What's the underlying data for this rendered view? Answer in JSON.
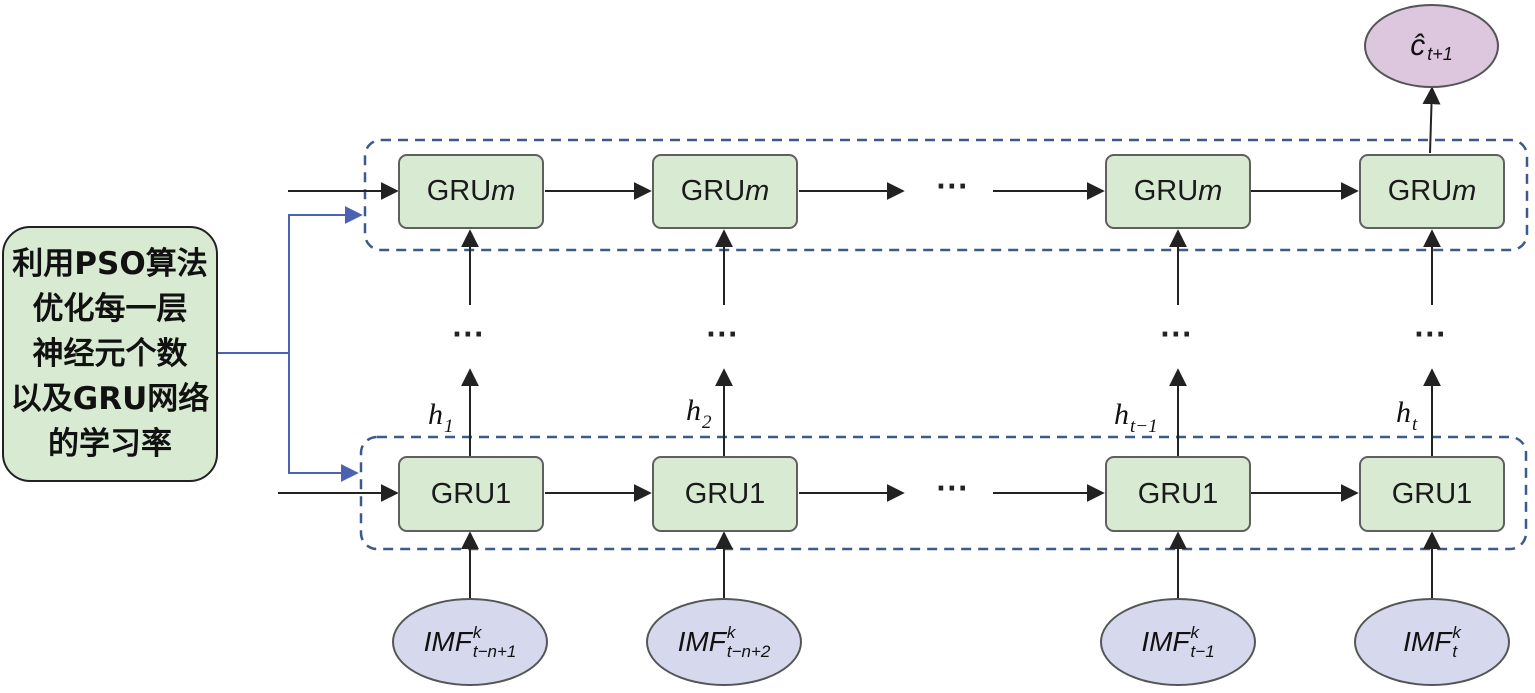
{
  "side_box": {
    "lines": [
      "利用PSO算法",
      "优化每一层",
      "神经元个数",
      "以及GRU网络",
      "的学习率"
    ]
  },
  "top_layer": {
    "cell_prefix": "GRU",
    "cell_suffix": "m"
  },
  "bottom_layer": {
    "cell_label": "GRU1"
  },
  "ellipsis": "···",
  "hidden_states": [
    {
      "base": "h",
      "sub": "1"
    },
    {
      "base": "h",
      "sub": "2"
    },
    {
      "base": "h",
      "sub": "t−1"
    },
    {
      "base": "h",
      "sub": "t"
    }
  ],
  "inputs": [
    {
      "base": "IMF",
      "sup": "k",
      "sub": "t−n+1"
    },
    {
      "base": "IMF",
      "sup": "k",
      "sub": "t−n+2"
    },
    {
      "base": "IMF",
      "sup": "k",
      "sub": "t−1"
    },
    {
      "base": "IMF",
      "sup": "k",
      "sub": "t"
    }
  ],
  "output": {
    "base": "ĉ",
    "sub": "t+1"
  },
  "colors": {
    "cell_fill": "#d9ead3",
    "input_fill": "#d6d9ed",
    "output_fill": "#dcc7de",
    "group_border": "#3d5a8c",
    "side_link": "#4a62b0"
  }
}
